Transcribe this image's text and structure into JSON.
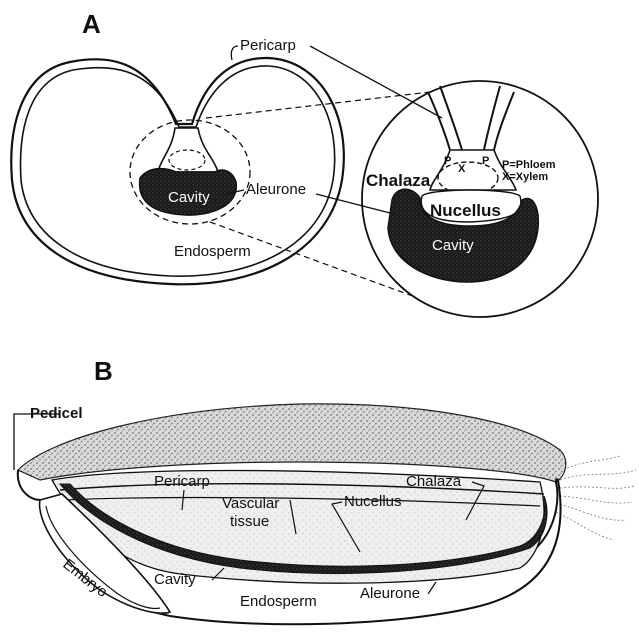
{
  "panels": {
    "a": {
      "letter": "A",
      "labels": {
        "pericarp": "Pericarp",
        "aleurone": "Aleurone",
        "endosperm": "Endosperm",
        "cavity_small": "Cavity",
        "chalaza": "Chalaza",
        "nucellus": "Nucellus",
        "cavity_large": "Cavity",
        "p_left": "P",
        "x_center": "X",
        "p_right": "P",
        "legend_phloem": "P=Phloem",
        "legend_xylem": "X=Xylem"
      }
    },
    "b": {
      "letter": "B",
      "labels": {
        "pedicel": "Pedicel",
        "pericarp": "Pericarp",
        "vascular": "Vascular",
        "tissue": "tissue",
        "nucellus": "Nucellus",
        "chalaza": "Chalaza",
        "embryo": "Embryo",
        "cavity": "Cavity",
        "endosperm": "Endosperm",
        "aleurone": "Aleurone"
      }
    }
  }
}
